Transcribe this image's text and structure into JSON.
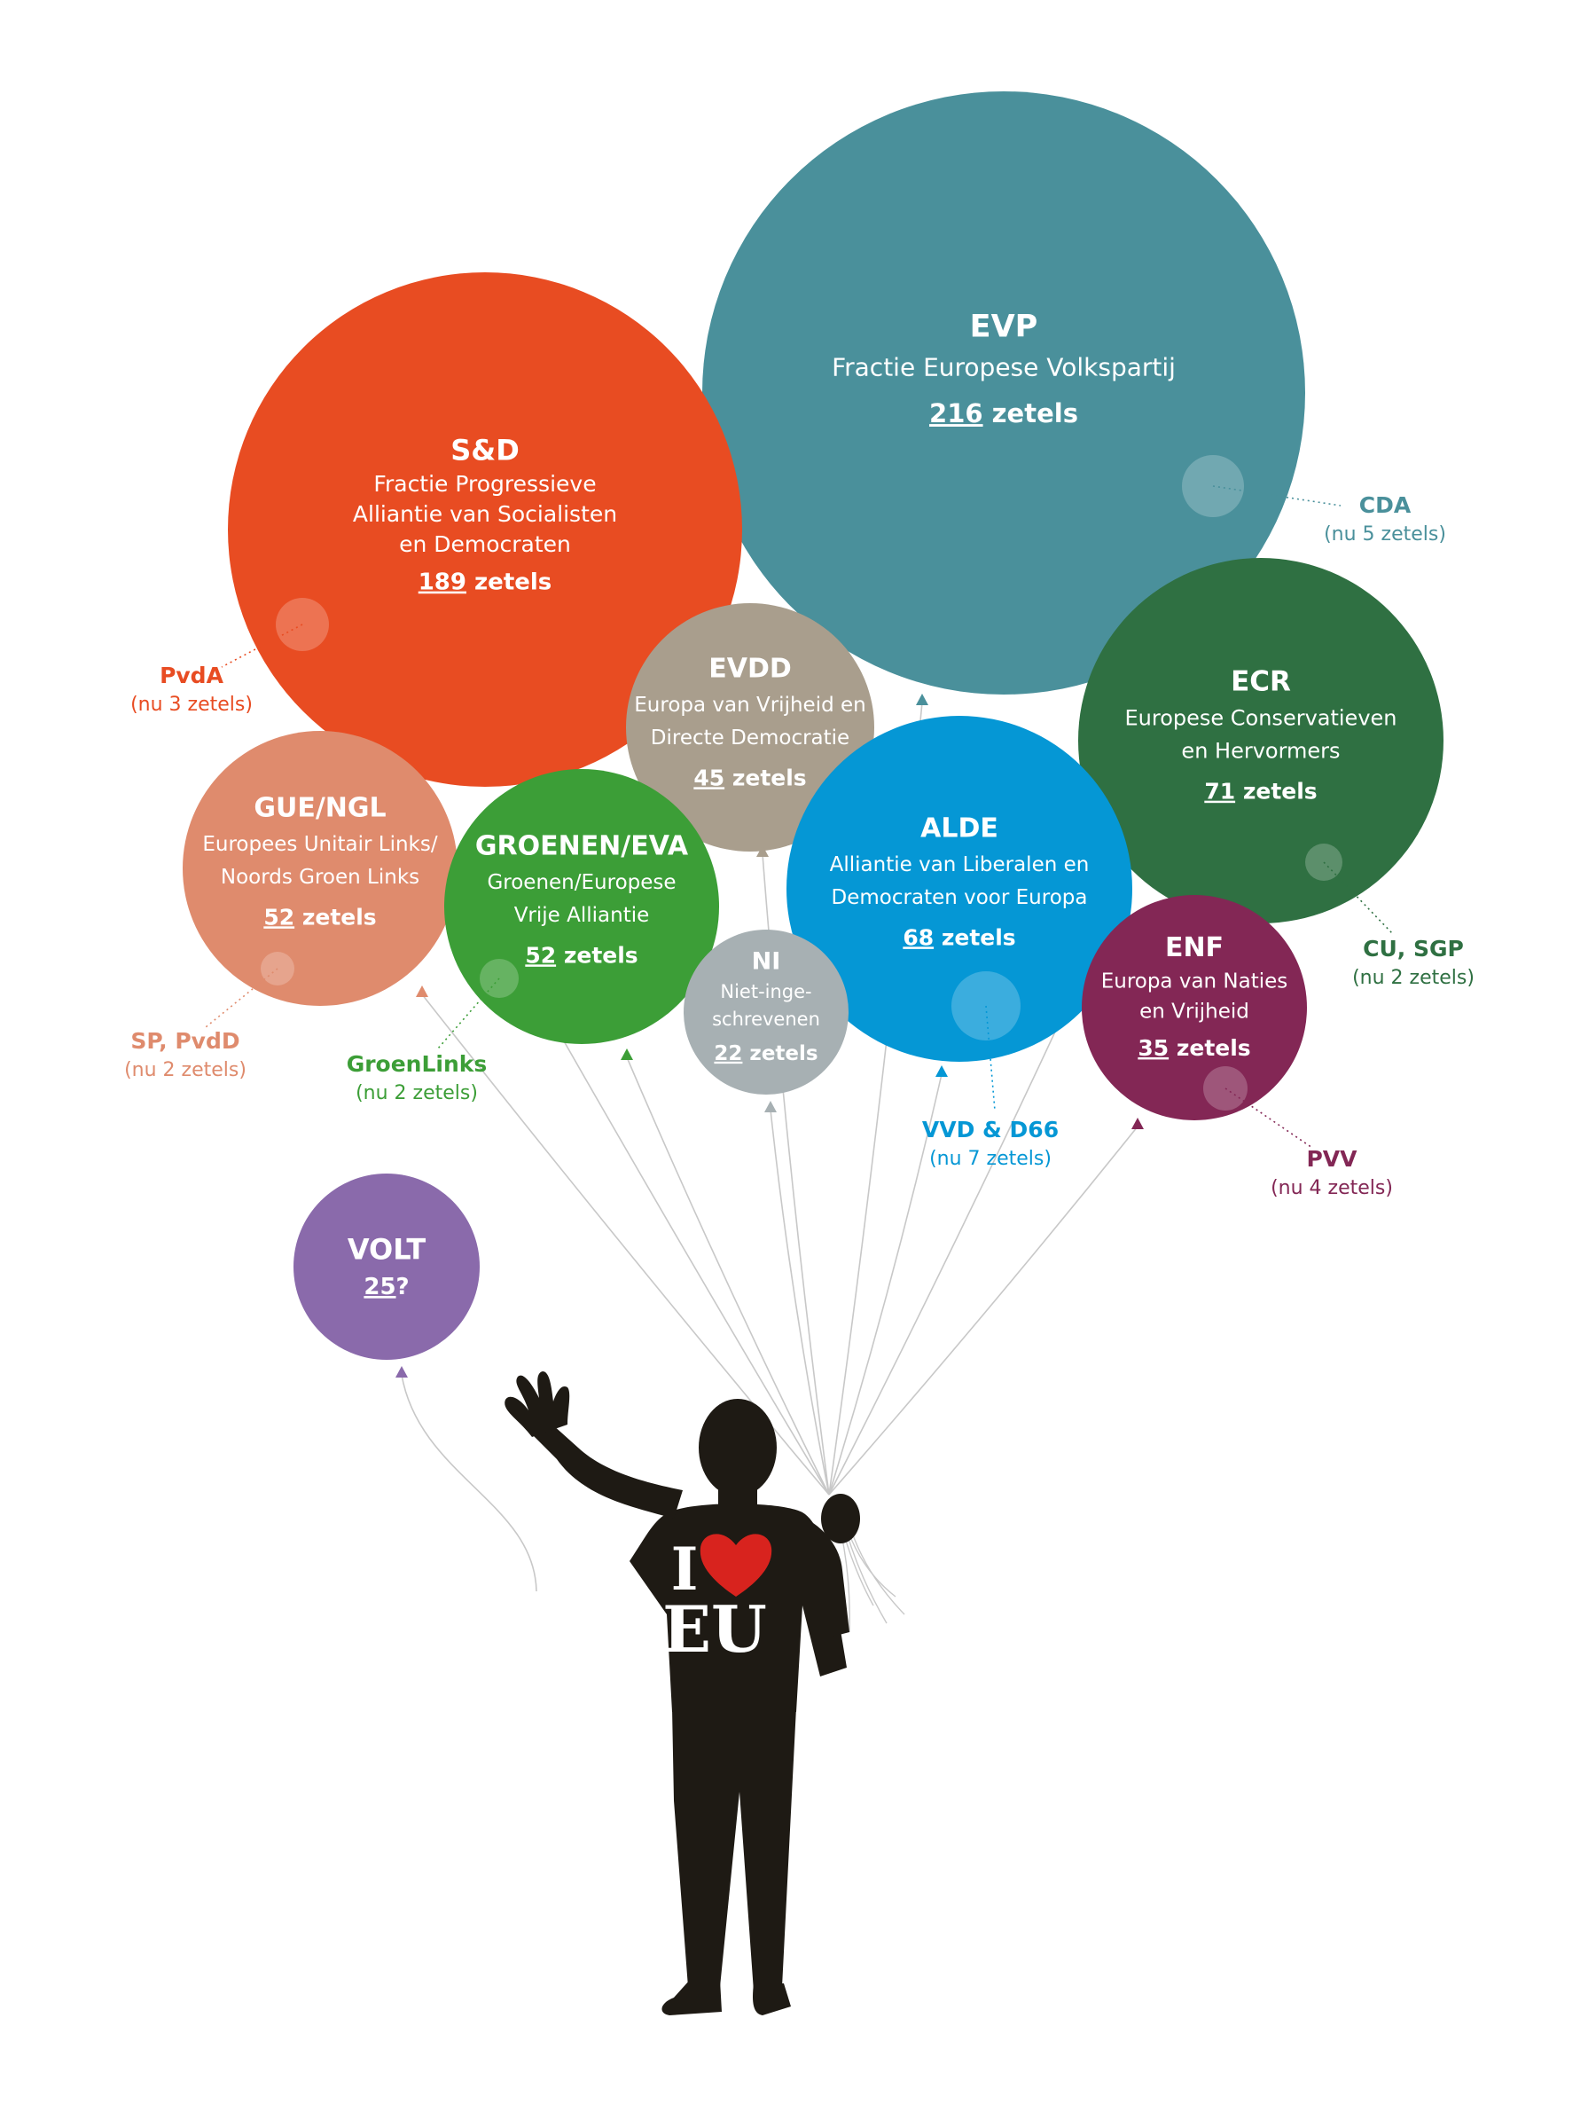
{
  "figure": {
    "shirt": {
      "line1": "I",
      "line2": "EU",
      "heart_color": "#d8231e"
    },
    "person_color": "#1e1a14",
    "string_color": "#c8c8c8"
  },
  "balloons": [
    {
      "id": "evp",
      "abbr": "EVP",
      "full": [
        "Fractie Europese Volkspartij"
      ],
      "num": "216",
      "unit": "zetels",
      "color": "#4a909b",
      "sub": {
        "label": "CDA",
        "note": "(nu 5 zetels)",
        "color": "#4a909b"
      }
    },
    {
      "id": "sd",
      "abbr": "S&D",
      "full": [
        "Fractie Progressieve",
        "Alliantie van Socialisten",
        "en Democraten"
      ],
      "num": "189",
      "unit": "zetels",
      "color": "#e84c22",
      "sub": {
        "label": "PvdA",
        "note": "(nu 3 zetels)",
        "color": "#e84c22"
      }
    },
    {
      "id": "ecr",
      "abbr": "ECR",
      "full": [
        "Europese Conservatieven",
        "en Hervormers"
      ],
      "num": "71",
      "unit": "zetels",
      "color": "#2f7042",
      "sub": {
        "label": "CU, SGP",
        "note": "(nu 2 zetels)",
        "color": "#2f7042"
      }
    },
    {
      "id": "evdd",
      "abbr": "EVDD",
      "full": [
        "Europa van Vrijheid en",
        "Directe Democratie"
      ],
      "num": "45",
      "unit": "zetels",
      "color": "#a99e8d",
      "sub": null
    },
    {
      "id": "alde",
      "abbr": "ALDE",
      "full": [
        "Alliantie van Liberalen en",
        "Democraten voor Europa"
      ],
      "num": "68",
      "unit": "zetels",
      "color": "#0597d5",
      "sub": {
        "label": "VVD & D66",
        "note": "(nu 7 zetels)",
        "color": "#0597d5"
      }
    },
    {
      "id": "gue",
      "abbr": "GUE/NGL",
      "full": [
        "Europees Unitair Links/",
        "Noords Groen Links"
      ],
      "num": "52",
      "unit": "zetels",
      "color": "#df8b6d",
      "sub": {
        "label": "SP, PvdD",
        "note": "(nu 2 zetels)",
        "color": "#df8b6d"
      }
    },
    {
      "id": "groenen",
      "abbr": "GROENEN/EVA",
      "full": [
        "Groenen/Europese",
        "Vrije Alliantie"
      ],
      "num": "52",
      "unit": "zetels",
      "color": "#3c9e37",
      "sub": {
        "label": "GroenLinks",
        "note": "(nu 2 zetels)",
        "color": "#3c9e37"
      }
    },
    {
      "id": "ni",
      "abbr": "NI",
      "full": [
        "Niet-inge-",
        "schrevenen"
      ],
      "num": "22",
      "unit": "zetels",
      "color": "#a7b0b3",
      "sub": null
    },
    {
      "id": "enf",
      "abbr": "ENF",
      "full": [
        "Europa van Naties",
        "en Vrijheid"
      ],
      "num": "35",
      "unit": "zetels",
      "color": "#832755",
      "sub": {
        "label": "PVV",
        "note": "(nu 4 zetels)",
        "color": "#832755"
      }
    },
    {
      "id": "volt",
      "abbr": "VOLT",
      "full": [],
      "num": "25",
      "unit": "?",
      "color": "#8a6aab",
      "sub": null
    }
  ]
}
